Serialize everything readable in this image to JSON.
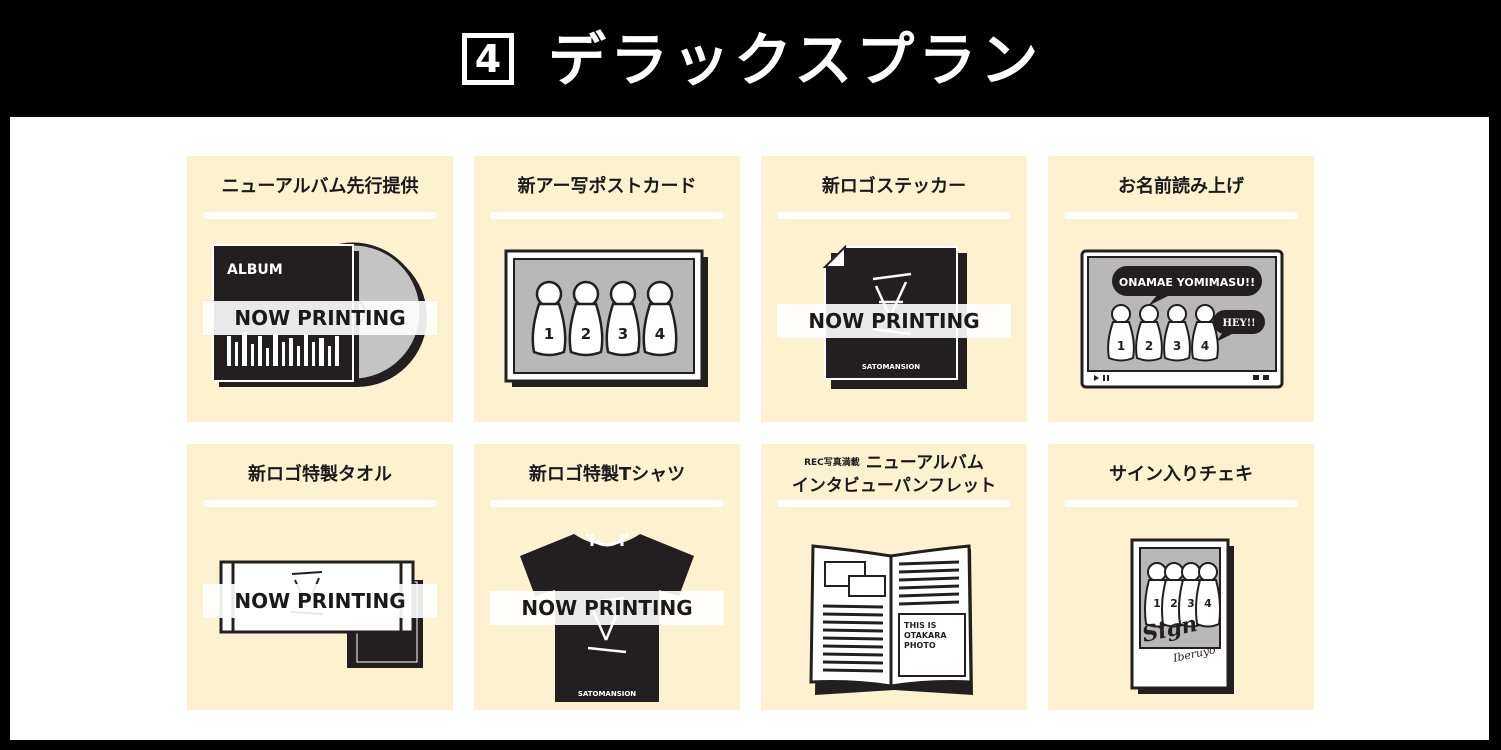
{
  "header": {
    "plan_number": "4",
    "plan_title": "デラックスプラン"
  },
  "cards": [
    {
      "title": "ニューアルバム先行提供",
      "album_label": "ALBUM",
      "overlay": "NOW PRINTING"
    },
    {
      "title": "新アー写ポストカード",
      "numbers": [
        "1",
        "2",
        "3",
        "4"
      ]
    },
    {
      "title": "新ロゴステッカー",
      "overlay": "NOW PRINTING",
      "logo_text": "SATOMANSION"
    },
    {
      "title": "お名前読み上げ",
      "bubble": "ONAMAE YOMIMASU!!",
      "bubble2": "HEY!!",
      "numbers": [
        "1",
        "2",
        "3",
        "4"
      ]
    },
    {
      "title": "新ロゴ特製タオル",
      "overlay": "NOW PRINTING"
    },
    {
      "title": "新ロゴ特製Tシャツ",
      "overlay": "NOW PRINTING",
      "logo_text": "SATOMANSION"
    },
    {
      "title_small": "REC写真満載",
      "title_line1": "ニューアルバム",
      "title_line2": "インタビューパンフレット",
      "photo_caption": [
        "THIS IS",
        "OTAKARA",
        "PHOTO"
      ]
    },
    {
      "title": "サイン入りチェキ",
      "numbers": [
        "1",
        "2",
        "3",
        "4"
      ],
      "signature": "Sign",
      "signature2": "Iberuyo"
    }
  ],
  "colors": {
    "background": "#000000",
    "panel": "#ffffff",
    "card": "#fdf2d0",
    "ink": "#231f20",
    "gray": "#b8b8b8"
  }
}
